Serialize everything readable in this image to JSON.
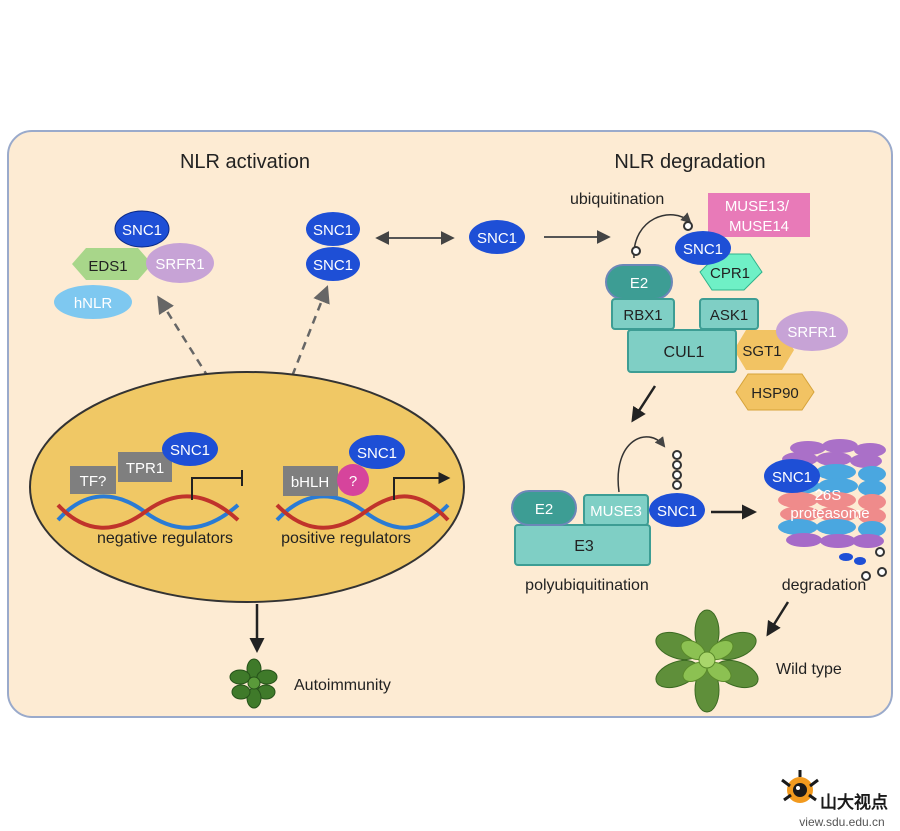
{
  "titles": {
    "left": "NLR activation",
    "right": "NLR degradation"
  },
  "activation": {
    "snc1": "SNC1",
    "eds1": "EDS1",
    "srfr1": "SRFR1",
    "hnlr": "hNLR",
    "dimer_top": "SNC1",
    "dimer_bottom": "SNC1",
    "monomer": "SNC1"
  },
  "nucleus": {
    "tf": "TF?",
    "tpr1": "TPR1",
    "snc1_neg": "SNC1",
    "neg_label": "negative regulators",
    "bhlh": "bHLH",
    "question": "?",
    "snc1_pos": "SNC1",
    "pos_label": "positive regulators"
  },
  "outcome": {
    "autoimmunity": "Autoimmunity",
    "wildtype": "Wild type"
  },
  "scf": {
    "ubiquitination": "ubiquitination",
    "muse13": "MUSE13/\nMUSE14",
    "snc1": "SNC1",
    "cpr1": "CPR1",
    "e2": "E2",
    "rbx1": "RBX1",
    "ask1": "ASK1",
    "cul1": "CUL1",
    "sgt1": "SGT1",
    "srfr1": "SRFR1",
    "hsp90": "HSP90"
  },
  "poly": {
    "e2": "E2",
    "muse3": "MUSE3",
    "snc1": "SNC1",
    "e3": "E3",
    "label": "polyubiquitination"
  },
  "proteasome": {
    "snc1": "SNC1",
    "label": "26S\nproteasome",
    "degradation": "degradation"
  },
  "watermark": {
    "cn": "山大视点",
    "url": "view.sdu.edu.cn"
  },
  "colors": {
    "panel_bg": "#fdebd3",
    "panel_border": "#9aaacb",
    "nucleus": "#f0c865",
    "snc1": "#1e4fd6",
    "srfr1": "#c7a3d6",
    "eds1": "#a8d68a",
    "hnlr": "#7ec8f0",
    "teal": "#7fcfc5",
    "teal_dark": "#3d9d94",
    "gray_box": "#7f7f7f",
    "muse13": "#e87ab8",
    "cpr1": "#6ff0c6",
    "sgt1": "#f2c363",
    "magenta": "#d6449c",
    "arrow": "#333333"
  }
}
